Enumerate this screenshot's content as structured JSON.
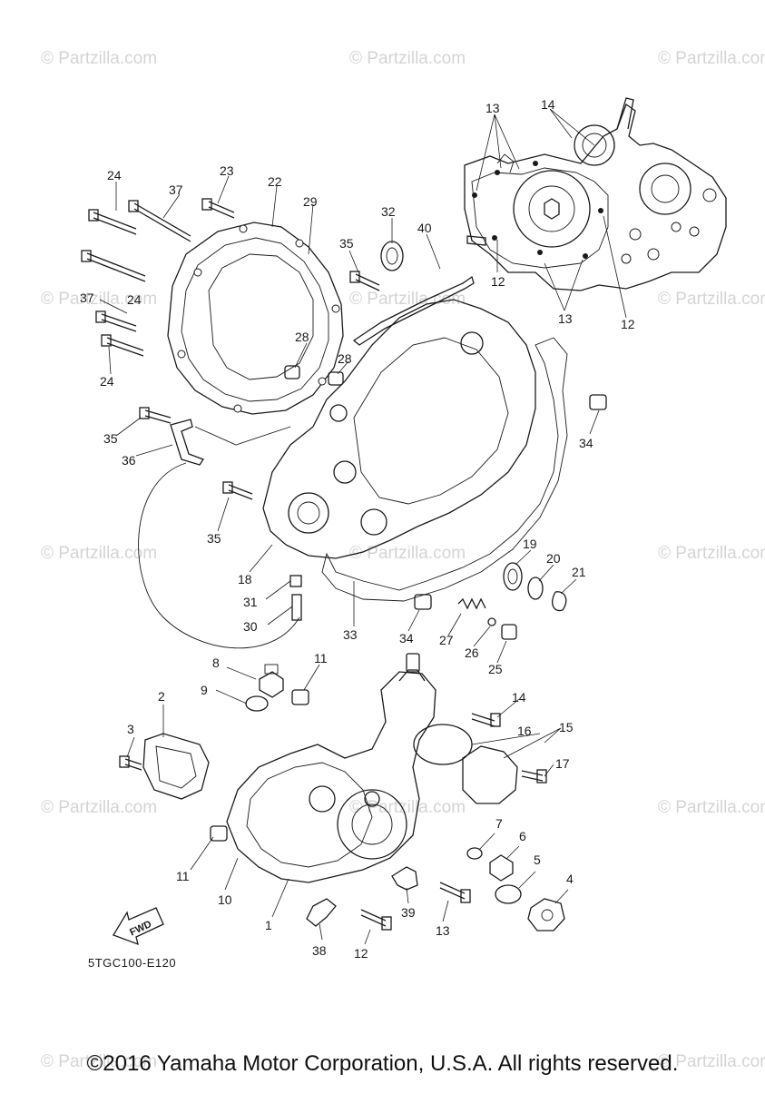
{
  "watermark": {
    "text": "© Partzilla.com"
  },
  "diagram": {
    "code": "5TGC100-E120",
    "fwd_label": "FWD",
    "callouts": [
      {
        "id": "c1",
        "label": "1"
      },
      {
        "id": "c2",
        "label": "2"
      },
      {
        "id": "c3",
        "label": "3"
      },
      {
        "id": "c4",
        "label": "4"
      },
      {
        "id": "c5",
        "label": "5"
      },
      {
        "id": "c6",
        "label": "6"
      },
      {
        "id": "c7",
        "label": "7"
      },
      {
        "id": "c8",
        "label": "8"
      },
      {
        "id": "c9",
        "label": "9"
      },
      {
        "id": "c10",
        "label": "10"
      },
      {
        "id": "c11a",
        "label": "11"
      },
      {
        "id": "c11b",
        "label": "11"
      },
      {
        "id": "c12a",
        "label": "12"
      },
      {
        "id": "c12b",
        "label": "12"
      },
      {
        "id": "c12c",
        "label": "12"
      },
      {
        "id": "c13a",
        "label": "13"
      },
      {
        "id": "c13b",
        "label": "13"
      },
      {
        "id": "c13c",
        "label": "13"
      },
      {
        "id": "c14a",
        "label": "14"
      },
      {
        "id": "c14b",
        "label": "14"
      },
      {
        "id": "c15",
        "label": "15"
      },
      {
        "id": "c16",
        "label": "16"
      },
      {
        "id": "c17",
        "label": "17"
      },
      {
        "id": "c18",
        "label": "18"
      },
      {
        "id": "c19",
        "label": "19"
      },
      {
        "id": "c20",
        "label": "20"
      },
      {
        "id": "c21",
        "label": "21"
      },
      {
        "id": "c22",
        "label": "22"
      },
      {
        "id": "c23",
        "label": "23"
      },
      {
        "id": "c24a",
        "label": "24"
      },
      {
        "id": "c24b",
        "label": "24"
      },
      {
        "id": "c24c",
        "label": "24"
      },
      {
        "id": "c25",
        "label": "25"
      },
      {
        "id": "c26",
        "label": "26"
      },
      {
        "id": "c27",
        "label": "27"
      },
      {
        "id": "c28a",
        "label": "28"
      },
      {
        "id": "c28b",
        "label": "28"
      },
      {
        "id": "c29",
        "label": "29"
      },
      {
        "id": "c30",
        "label": "30"
      },
      {
        "id": "c31",
        "label": "31"
      },
      {
        "id": "c32",
        "label": "32"
      },
      {
        "id": "c33",
        "label": "33"
      },
      {
        "id": "c34a",
        "label": "34"
      },
      {
        "id": "c34b",
        "label": "34"
      },
      {
        "id": "c35a",
        "label": "35"
      },
      {
        "id": "c35b",
        "label": "35"
      },
      {
        "id": "c35c",
        "label": "35"
      },
      {
        "id": "c36",
        "label": "36"
      },
      {
        "id": "c37a",
        "label": "37"
      },
      {
        "id": "c37b",
        "label": "37"
      },
      {
        "id": "c38",
        "label": "38"
      },
      {
        "id": "c39",
        "label": "39"
      },
      {
        "id": "c40",
        "label": "40"
      }
    ]
  },
  "footer": {
    "copyright": "©2016 Yamaha Motor Corporation, U.S.A. All rights reserved."
  }
}
